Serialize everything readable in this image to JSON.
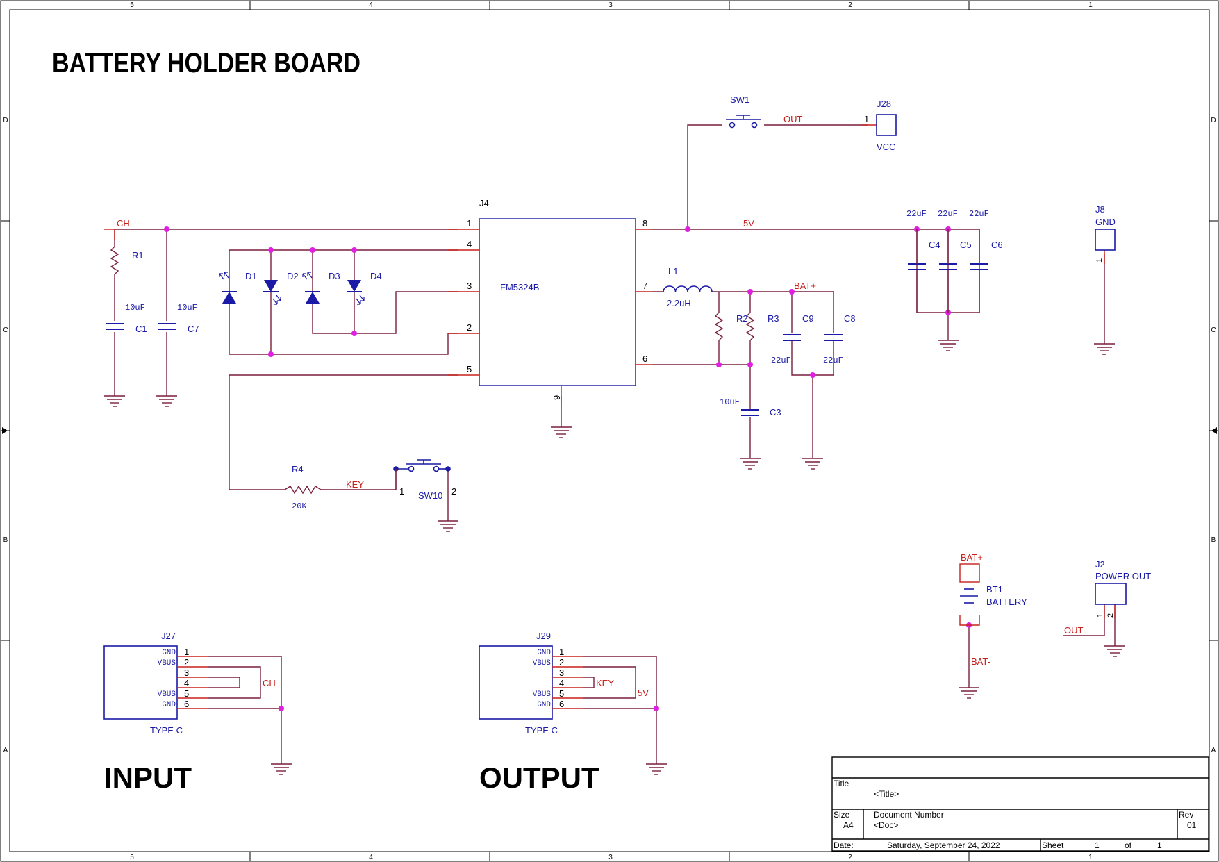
{
  "frame": {
    "top_zones": [
      "5",
      "4",
      "3",
      "2",
      "1"
    ],
    "bottom_zones": [
      "5",
      "4",
      "3",
      "2",
      "1"
    ],
    "left_rows": [
      "D",
      "C",
      "B",
      "A"
    ],
    "right_rows": [
      "D",
      "C",
      "B",
      "A"
    ]
  },
  "title": "BATTERY HOLDER BOARD",
  "nets": {
    "ch": "CH",
    "v5": "5V",
    "out": "OUT",
    "bat_plus": "BAT+",
    "bat_minus": "BAT-",
    "key": "KEY",
    "ch2": "CH",
    "key2": "KEY",
    "v5b": "5V",
    "out2": "OUT",
    "bat_plus2": "BAT+"
  },
  "ic": {
    "ref": "J4",
    "part": "FM5324B",
    "pins": [
      "1",
      "4",
      "3",
      "2",
      "5",
      "8",
      "7",
      "6",
      "9"
    ]
  },
  "components": {
    "sw1": "SW1",
    "j28": "J28",
    "j28_pin": "1",
    "j28_value": "VCC",
    "r1": "R1",
    "c1": "C1",
    "c1_value": "10uF",
    "c7": "C7",
    "c7_value": "10uF",
    "d1": "D1",
    "d2": "D2",
    "d3": "D3",
    "d4": "D4",
    "l1": "L1",
    "l1_value": "2.2uH",
    "r2": "R2",
    "r3": "R3",
    "c9": "C9",
    "c9_value": "22uF",
    "c8": "C8",
    "c8_value": "22uF",
    "c3": "C3",
    "c3_value": "10uF",
    "c4": "C4",
    "c4_value": "22uF",
    "c5": "C5",
    "c5_value": "22uF",
    "c6": "C6",
    "c6_value": "22uF",
    "j8": "J8",
    "j8_value": "GND",
    "j8_pin": "1",
    "r4": "R4",
    "r4_value": "20K",
    "sw10": "SW10",
    "sw10_pin1": "1",
    "sw10_pin2": "2",
    "bt1": "BT1",
    "bt1_value": "BATTERY",
    "j2": "J2",
    "j2_value": "POWER OUT",
    "j2_pin1": "1",
    "j2_pin2": "2"
  },
  "connectors": {
    "j27": {
      "ref": "J27",
      "type": "TYPE C",
      "pin_names": [
        "GND",
        "VBUS",
        "",
        "",
        "VBUS",
        "GND"
      ],
      "pin_numbers": [
        "1",
        "2",
        "3",
        "4",
        "5",
        "6"
      ]
    },
    "j29": {
      "ref": "J29",
      "type": "TYPE C",
      "pin_names": [
        "GND",
        "VBUS",
        "",
        "",
        "VBUS",
        "GND"
      ],
      "pin_numbers": [
        "1",
        "2",
        "3",
        "4",
        "5",
        "6"
      ]
    }
  },
  "section_labels": {
    "input": "INPUT",
    "output": "OUTPUT"
  },
  "title_block": {
    "title_label": "Title",
    "title_value": "<Title>",
    "size_label": "Size",
    "size_value": "A4",
    "docnum_label": "Document Number",
    "docnum_value": "<Doc>",
    "rev_label": "Rev",
    "rev_value": "01",
    "date_label": "Date:",
    "date_value": "Saturday, September 24, 2022",
    "sheet_label": "Sheet",
    "sheet_num": "1",
    "of_label": "of",
    "sheet_total": "1"
  },
  "colors": {
    "wire": "#7a1f3d",
    "pin": "#c8201c",
    "body": "#1a1aa6",
    "junction": "#e020e0",
    "frame": "#000000"
  }
}
